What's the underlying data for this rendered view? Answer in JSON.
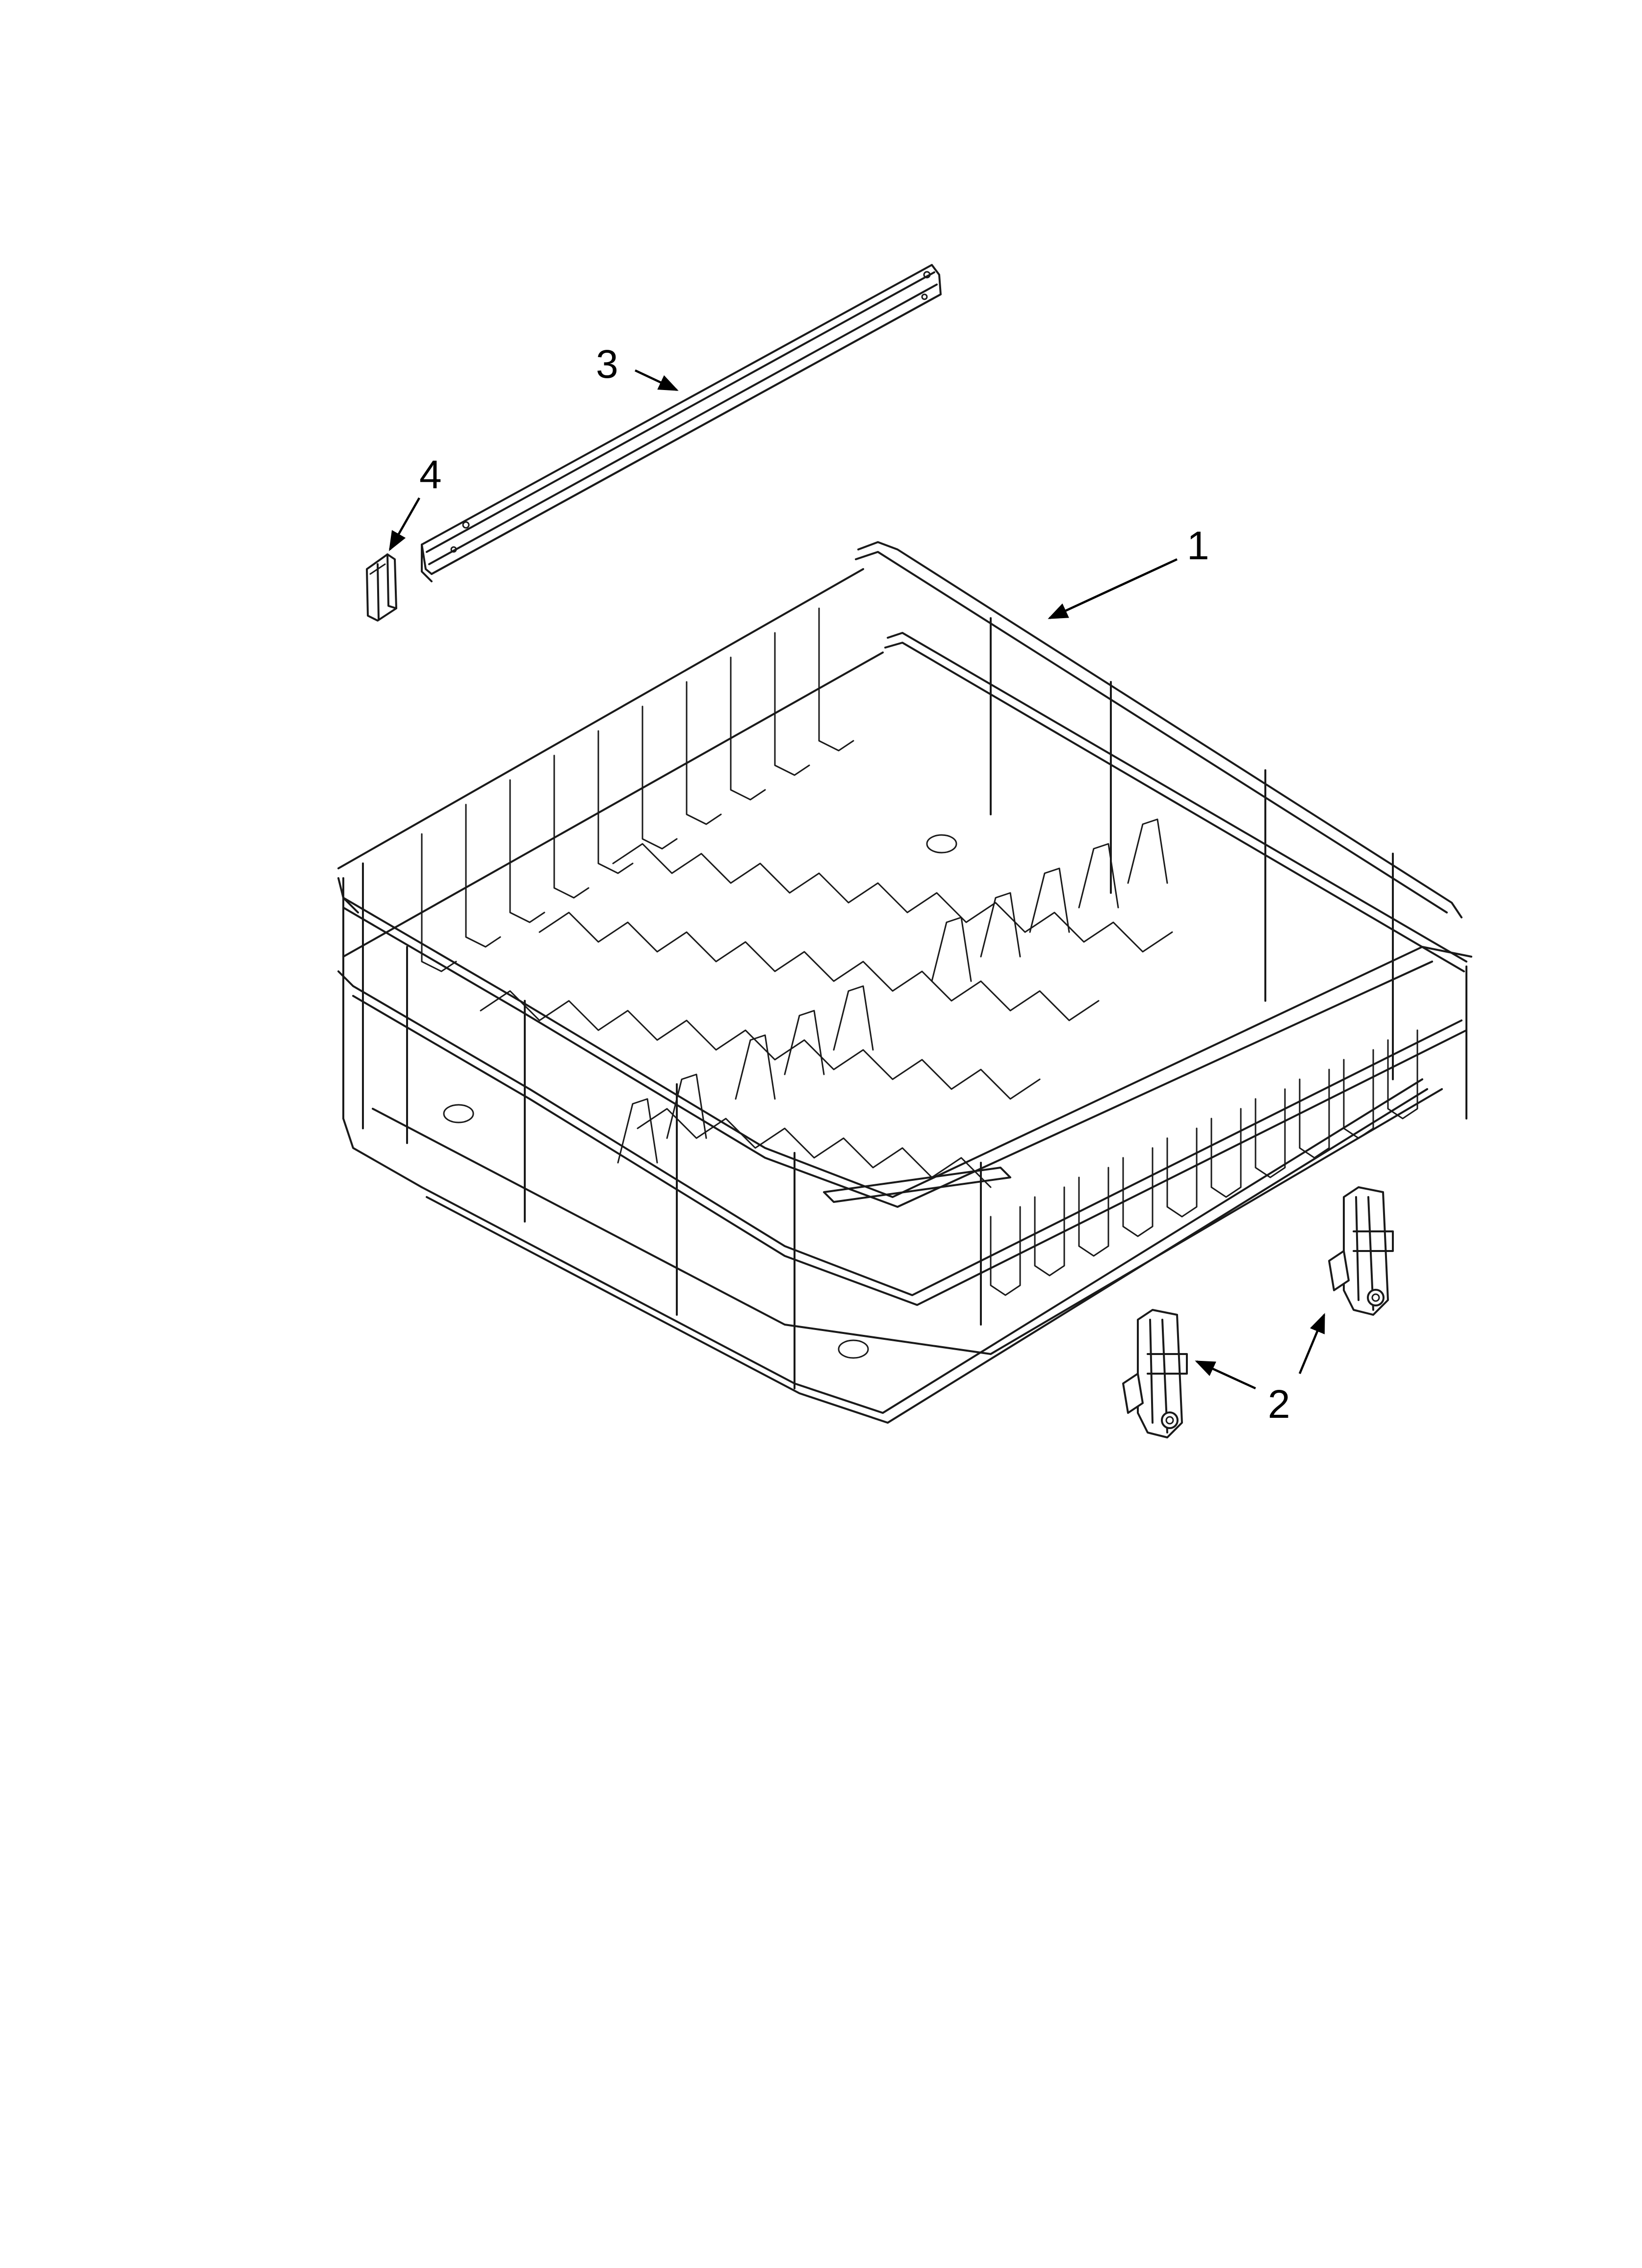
{
  "diagram": {
    "callouts": [
      {
        "id": "1",
        "label": "1",
        "part": "upper-dishrack"
      },
      {
        "id": "2",
        "label": "2",
        "part": "rack-adjuster"
      },
      {
        "id": "3",
        "label": "3",
        "part": "rack-rail"
      },
      {
        "id": "4",
        "label": "4",
        "part": "rail-end-cap"
      }
    ],
    "colors": {
      "line": "#1a1a1a",
      "background": "#ffffff"
    }
  }
}
